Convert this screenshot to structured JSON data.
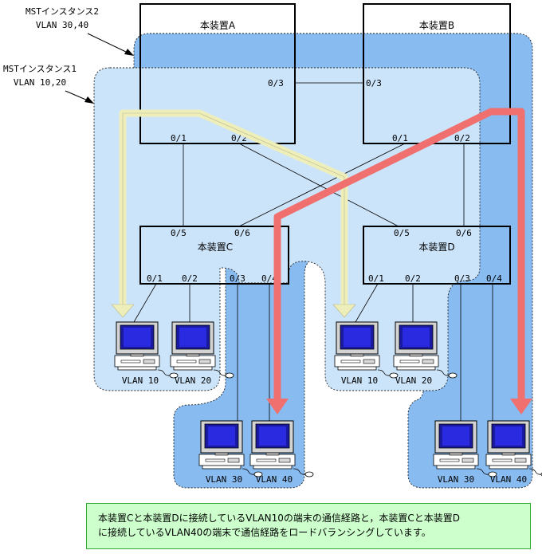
{
  "instances": [
    {
      "name": "MSTインスタンス2",
      "vlans": "VLAN 30,40"
    },
    {
      "name": "MSTインスタンス1",
      "vlans": "VLAN 10,20"
    }
  ],
  "devices": {
    "a": {
      "name": "本装置A",
      "ports": {
        "p1": "0/1",
        "p2": "0/2",
        "p3": "0/3"
      }
    },
    "b": {
      "name": "本装置B",
      "ports": {
        "p1": "0/1",
        "p2": "0/2",
        "p3": "0/3"
      }
    },
    "c": {
      "name": "本装置C",
      "ports": {
        "p1": "0/1",
        "p2": "0/2",
        "p3": "0/3",
        "p4": "0/4",
        "p5": "0/5",
        "p6": "0/6"
      }
    },
    "d": {
      "name": "本装置D",
      "ports": {
        "p1": "0/1",
        "p2": "0/2",
        "p3": "0/3",
        "p4": "0/4",
        "p5": "0/5",
        "p6": "0/6"
      }
    }
  },
  "terminals": {
    "c10": "VLAN 10",
    "c20": "VLAN 20",
    "c30": "VLAN 30",
    "c40": "VLAN 40",
    "d10": "VLAN 10",
    "d20": "VLAN 20",
    "d30": "VLAN 30",
    "d40": "VLAN 40"
  },
  "caption": {
    "line1": "本装置Cと本装置Dに接続しているVLAN10の端末の通信経路と，本装置Cと本装置D",
    "line2": "に接続しているVLAN40の端末で通信経路をロードバランシングしています。"
  },
  "colors": {
    "instance2_fill": "#88bbf0",
    "instance1_fill": "#cce4fa",
    "vlan10_path": "#eeeebb",
    "vlan40_path": "#f07070",
    "caption_bg": "#ccffcc"
  }
}
